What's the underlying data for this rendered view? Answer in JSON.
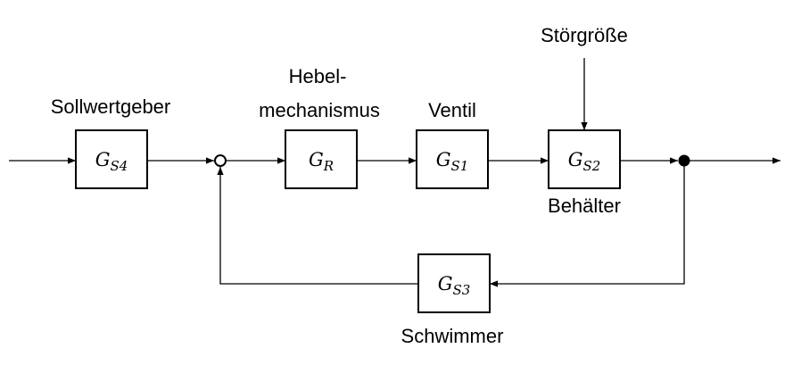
{
  "labels": {
    "sollwertgeber": "Sollwertgeber",
    "hebel_line1": "Hebel-",
    "hebel_line2": "mechanismus",
    "ventil": "Ventil",
    "stoergroesse": "Störgröße",
    "behaelter": "Behälter",
    "schwimmer": "Schwimmer"
  },
  "blocks": {
    "gs4": {
      "base": "G",
      "sub": "S4"
    },
    "gr": {
      "base": "G",
      "sub": "R"
    },
    "gs1": {
      "base": "G",
      "sub": "S1"
    },
    "gs2": {
      "base": "G",
      "sub": "S2"
    },
    "gs3": {
      "base": "G",
      "sub": "S3"
    }
  }
}
